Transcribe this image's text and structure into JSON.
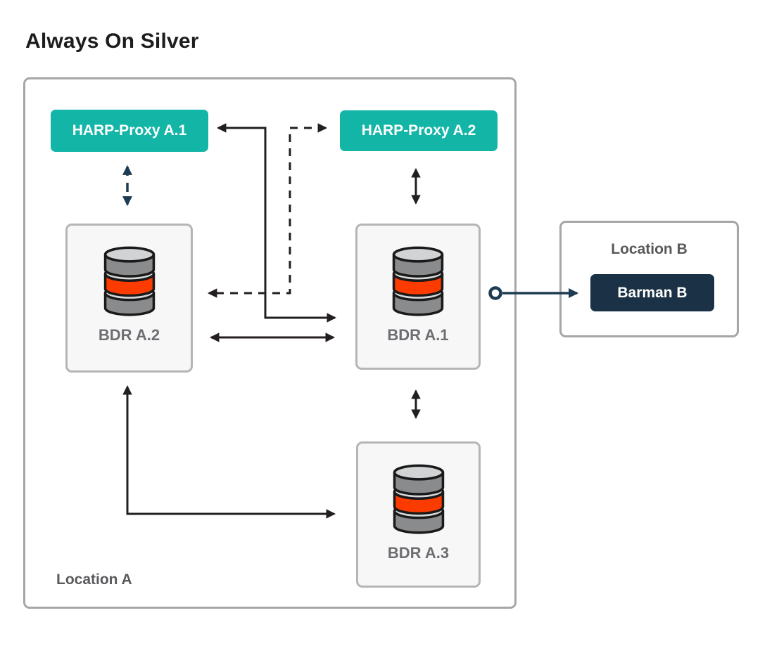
{
  "title": "Always On Silver",
  "location_a": {
    "label": "Location A",
    "harp_proxy_1": "HARP-Proxy A.1",
    "harp_proxy_2": "HARP-Proxy A.2",
    "bdr_1": "BDR A.1",
    "bdr_2": "BDR A.2",
    "bdr_3": "BDR A.3"
  },
  "location_b": {
    "label": "Location B",
    "barman": "Barman B"
  },
  "icons": {
    "database": "database-cylinder-icon"
  },
  "colors": {
    "teal": "#12b5a6",
    "navy": "#1d3c53",
    "barman_navy": "#1b3246",
    "line_black": "#231f20",
    "db_orange": "#fc3b00",
    "border_gray": "#a6a6a6",
    "node_bg": "#f7f7f8",
    "label_gray": "#58595b",
    "bdr_label": "#6d6e71"
  }
}
